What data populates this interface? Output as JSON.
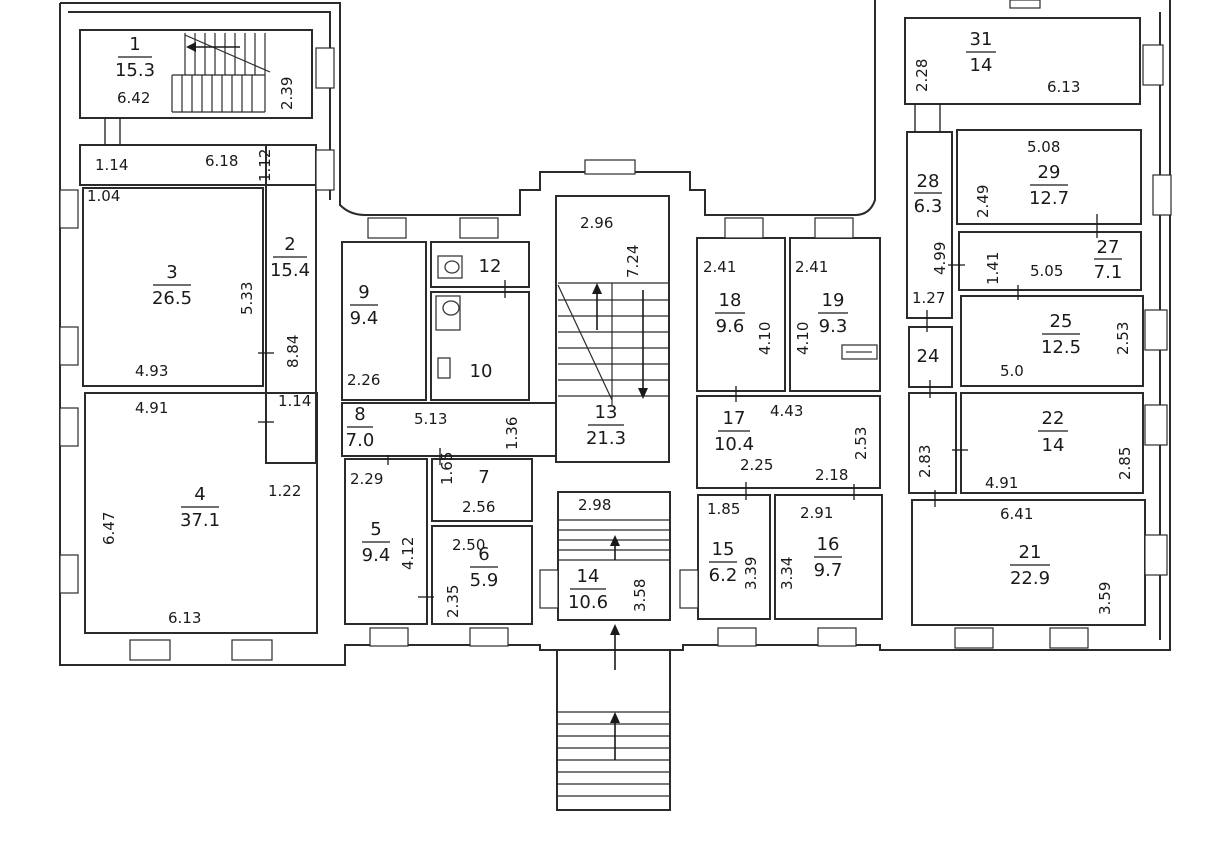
{
  "rooms": [
    {
      "id": "1",
      "area": "15.3"
    },
    {
      "id": "2",
      "area": "15.4"
    },
    {
      "id": "3",
      "area": "26.5"
    },
    {
      "id": "4",
      "area": "37.1"
    },
    {
      "id": "5",
      "area": "9.4"
    },
    {
      "id": "6",
      "area": "5.9"
    },
    {
      "id": "7",
      "area": ""
    },
    {
      "id": "8",
      "area": "7.0"
    },
    {
      "id": "9",
      "area": "9.4"
    },
    {
      "id": "10",
      "area": ""
    },
    {
      "id": "12",
      "area": ""
    },
    {
      "id": "13",
      "area": "21.3"
    },
    {
      "id": "14",
      "area": "10.6"
    },
    {
      "id": "15",
      "area": "6.2"
    },
    {
      "id": "16",
      "area": "9.7"
    },
    {
      "id": "17",
      "area": "10.4"
    },
    {
      "id": "18",
      "area": "9.6"
    },
    {
      "id": "19",
      "area": "9.3"
    },
    {
      "id": "21",
      "area": "22.9"
    },
    {
      "id": "22",
      "area": "14"
    },
    {
      "id": "24",
      "area": ""
    },
    {
      "id": "25",
      "area": "12.5"
    },
    {
      "id": "27",
      "area": "7.1"
    },
    {
      "id": "28",
      "area": "6.3"
    },
    {
      "id": "29",
      "area": "12.7"
    },
    {
      "id": "31",
      "area": "14"
    }
  ],
  "dimensions": [
    "6.42",
    "2.39",
    "1.14",
    "6.18",
    "1.12",
    "1.04",
    "5.33",
    "8.84",
    "4.93",
    "4.91",
    "1.14",
    "1.22",
    "6.47",
    "6.13",
    "2.26",
    "5.13",
    "1.36",
    "2.29",
    "4.12",
    "1.65",
    "2.56",
    "2.50",
    "2.35",
    "2.96",
    "7.24",
    "2.98",
    "3.58",
    "2.41",
    "4.10",
    "2.41",
    "4.10",
    "4.43",
    "2.53",
    "2.25",
    "2.18",
    "1.85",
    "2.91",
    "3.39",
    "3.34",
    "2.28",
    "6.13",
    "5.08",
    "2.49",
    "4.99",
    "1.41",
    "5.05",
    "1.27",
    "2.53",
    "5.0",
    "2.83",
    "2.85",
    "4.91",
    "6.41",
    "3.59"
  ]
}
